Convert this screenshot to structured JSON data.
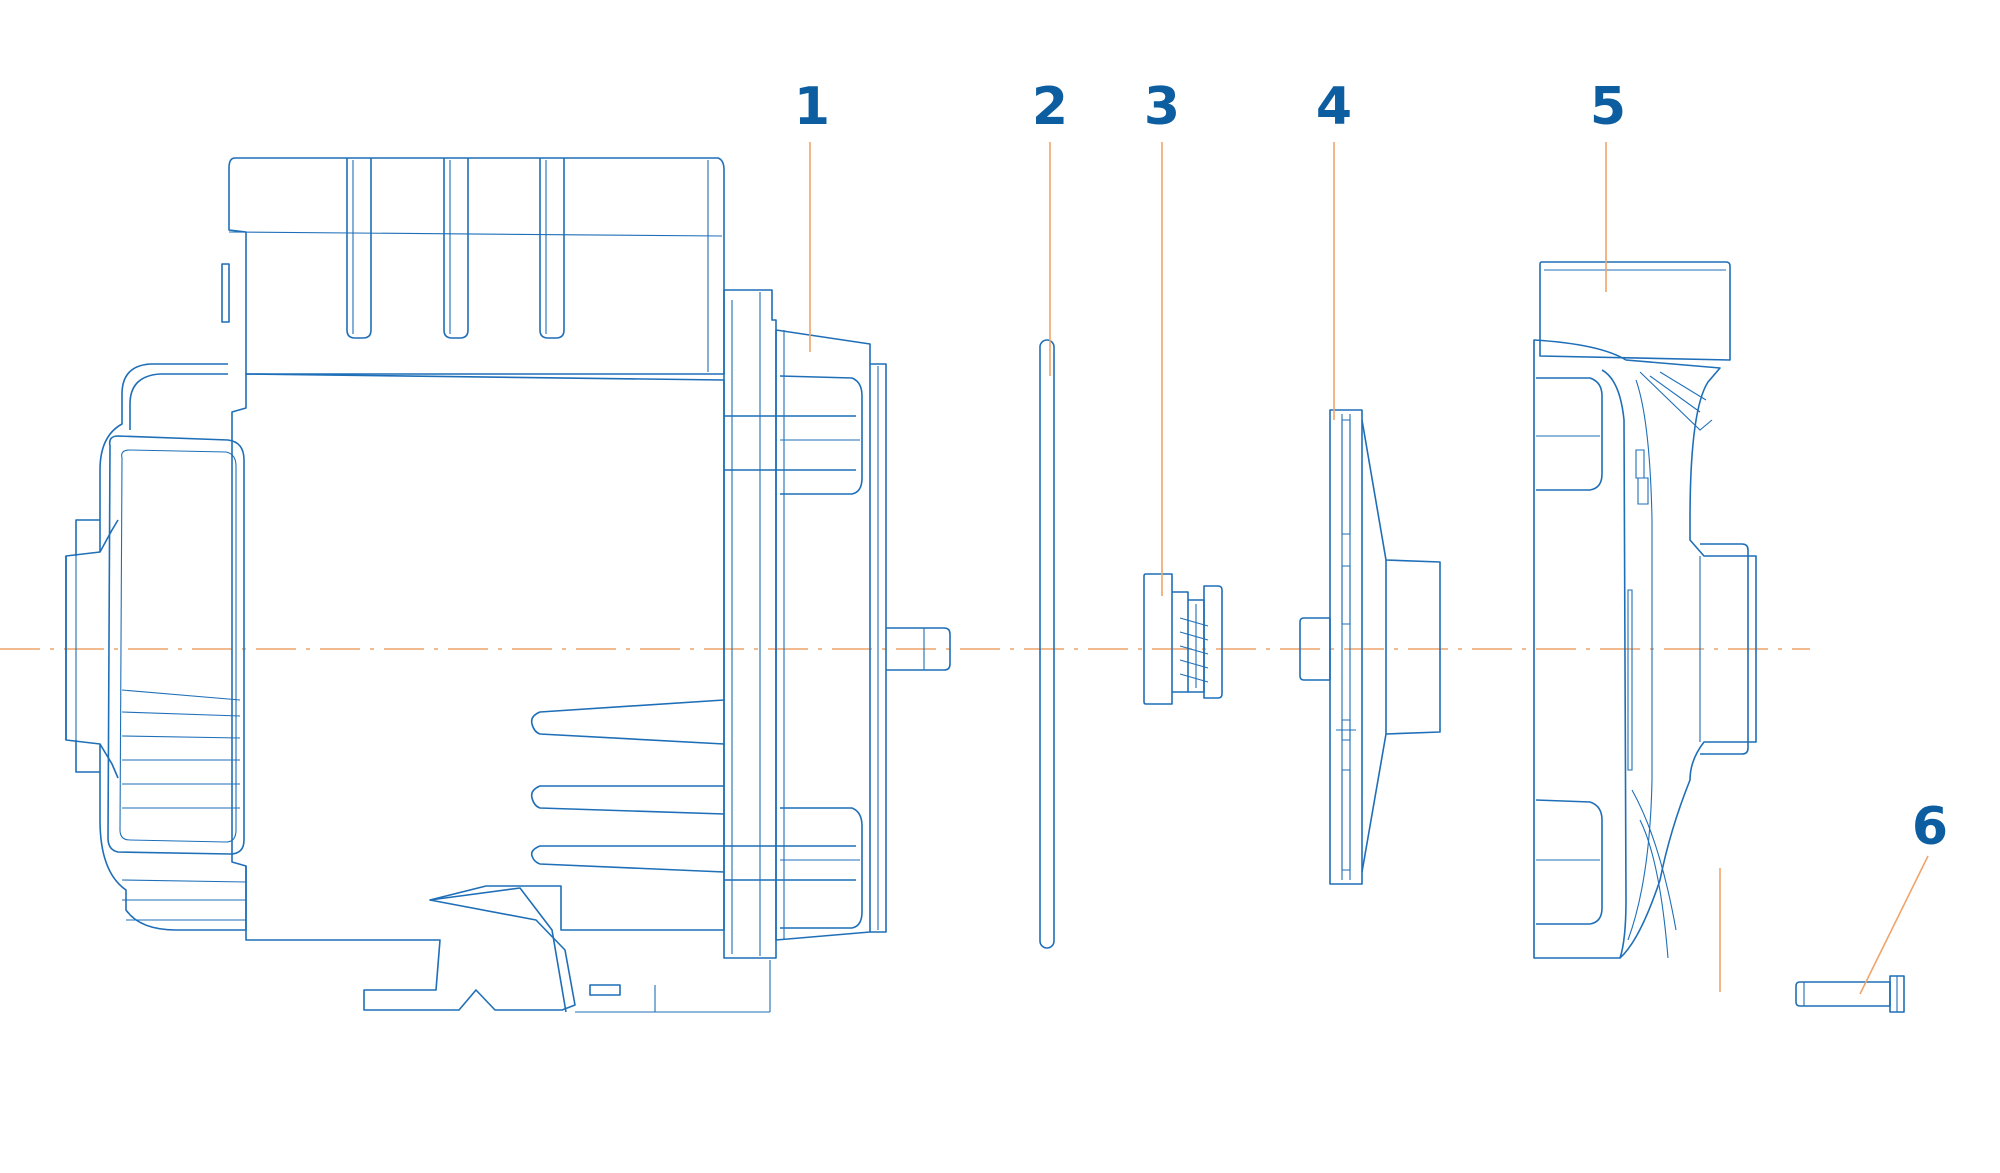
{
  "diagram": {
    "colors": {
      "outline": "#1f6fb8",
      "labels": "#0d5ea0",
      "leaders": "#f0a46a",
      "background": "#ffffff"
    },
    "callouts": [
      {
        "id": "1",
        "text": "1"
      },
      {
        "id": "2",
        "text": "2"
      },
      {
        "id": "3",
        "text": "3"
      },
      {
        "id": "4",
        "text": "4"
      },
      {
        "id": "5",
        "text": "5"
      },
      {
        "id": "6",
        "text": "6"
      }
    ]
  }
}
